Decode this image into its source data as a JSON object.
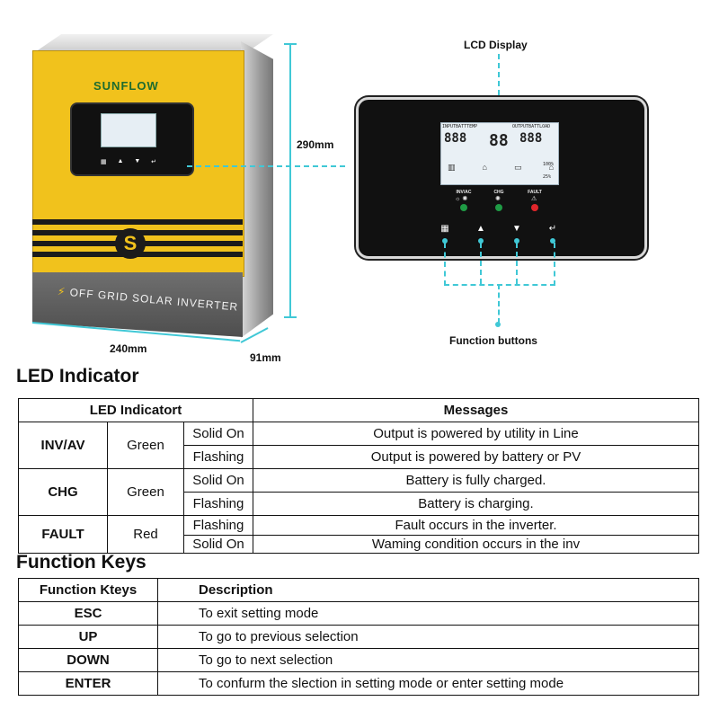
{
  "product": {
    "brand": "SUNFLOW",
    "front_label": "OFF GRID SOLAR INVERTER",
    "emblem": "S",
    "dim_height": "290mm",
    "dim_width": "240mm",
    "dim_depth": "91mm"
  },
  "display_panel": {
    "callout_lcd": "LCD Display",
    "callout_buttons": "Function buttons",
    "lcd_left_header": "INPUTBATTTEMP",
    "lcd_right_header": "OUTPUTBATTLOAD",
    "lcd_left_value": "888",
    "lcd_right_value": "888",
    "lcd_small_value": "88",
    "lcd_percent_1": "100%",
    "lcd_percent_2": "25%",
    "leds": [
      {
        "label": "INV/AC",
        "color": "#1f9b45"
      },
      {
        "label": "CHG",
        "color": "#1f9b45"
      },
      {
        "label": "FAULT",
        "color": "#e0262b"
      }
    ],
    "buttons": [
      {
        "icon": "menu-grid-icon",
        "glyph": "▦"
      },
      {
        "icon": "up-arrow-icon",
        "glyph": "▲"
      },
      {
        "icon": "down-arrow-icon",
        "glyph": "▼"
      },
      {
        "icon": "enter-icon",
        "glyph": "↵"
      }
    ],
    "accent_color": "#40c8d6"
  },
  "led_section": {
    "title": "LED Indicator",
    "headers": [
      "LED Indicatort",
      "Messages"
    ],
    "rows": [
      {
        "led": "INV/AV",
        "color": "Green",
        "state1": "Solid On",
        "msg1": "Output is powered by utility in Line",
        "state2": "Flashing",
        "msg2": "Output is powered by battery or PV"
      },
      {
        "led": "CHG",
        "color": "Green",
        "state1": "Solid On",
        "msg1": "Battery is fully charged.",
        "state2": "Flashing",
        "msg2": "Battery is charging."
      },
      {
        "led": "FAULT",
        "color": "Red",
        "state1": "Flashing",
        "msg1": "Fault occurs in the inverter.",
        "state2": "Solid On",
        "msg2": "Waming condition occurs in the inv"
      }
    ]
  },
  "function_section": {
    "title": "Function Keys",
    "headers": [
      "Function Kteys",
      "Description"
    ],
    "rows": [
      {
        "key": "ESC",
        "desc": "To exit setting mode"
      },
      {
        "key": "UP",
        "desc": "To go to previous selection"
      },
      {
        "key": "DOWN",
        "desc": "To go to next selection"
      },
      {
        "key": "ENTER",
        "desc": "To confurm the slection in setting mode or enter setting mode"
      }
    ]
  }
}
